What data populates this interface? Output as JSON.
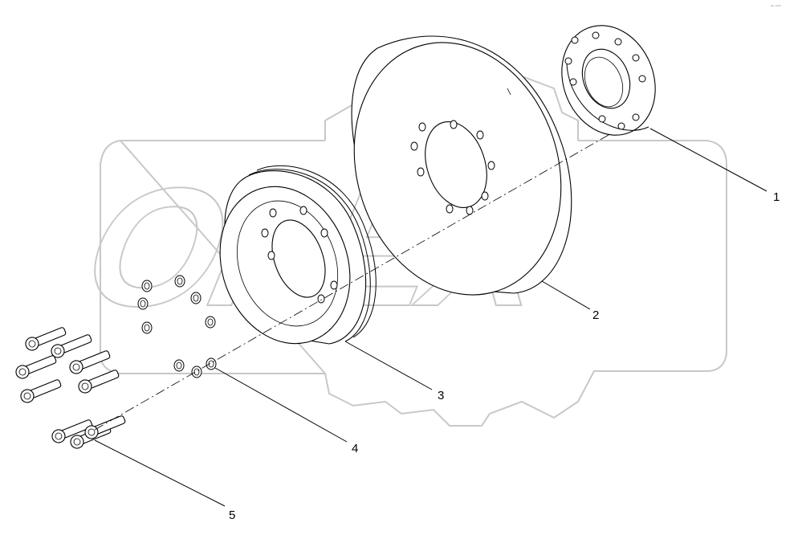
{
  "watermark": {
    "text": "OPEX"
  },
  "corner_mark": {
    "text": "ᵃᵉ ᵃᵘᵗᵒ"
  },
  "callouts": [
    {
      "id": "1",
      "label": "1"
    },
    {
      "id": "2",
      "label": "2"
    },
    {
      "id": "3",
      "label": "3"
    },
    {
      "id": "4",
      "label": "4"
    },
    {
      "id": "5",
      "label": "5"
    }
  ]
}
